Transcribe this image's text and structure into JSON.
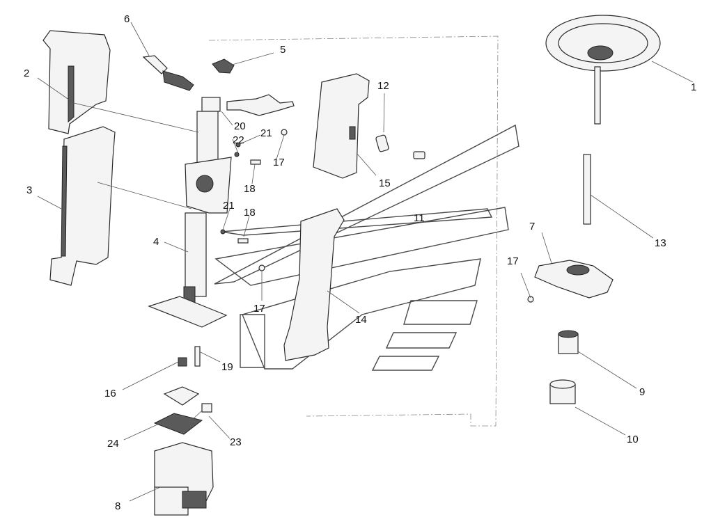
{
  "diagram": {
    "callouts": [
      "1",
      "2",
      "3",
      "4",
      "5",
      "6",
      "7",
      "8",
      "9",
      "10",
      "11",
      "12",
      "13",
      "14",
      "15",
      "16",
      "17",
      "17",
      "17",
      "18",
      "18",
      "19",
      "20",
      "21",
      "21",
      "22",
      "23",
      "24"
    ]
  }
}
